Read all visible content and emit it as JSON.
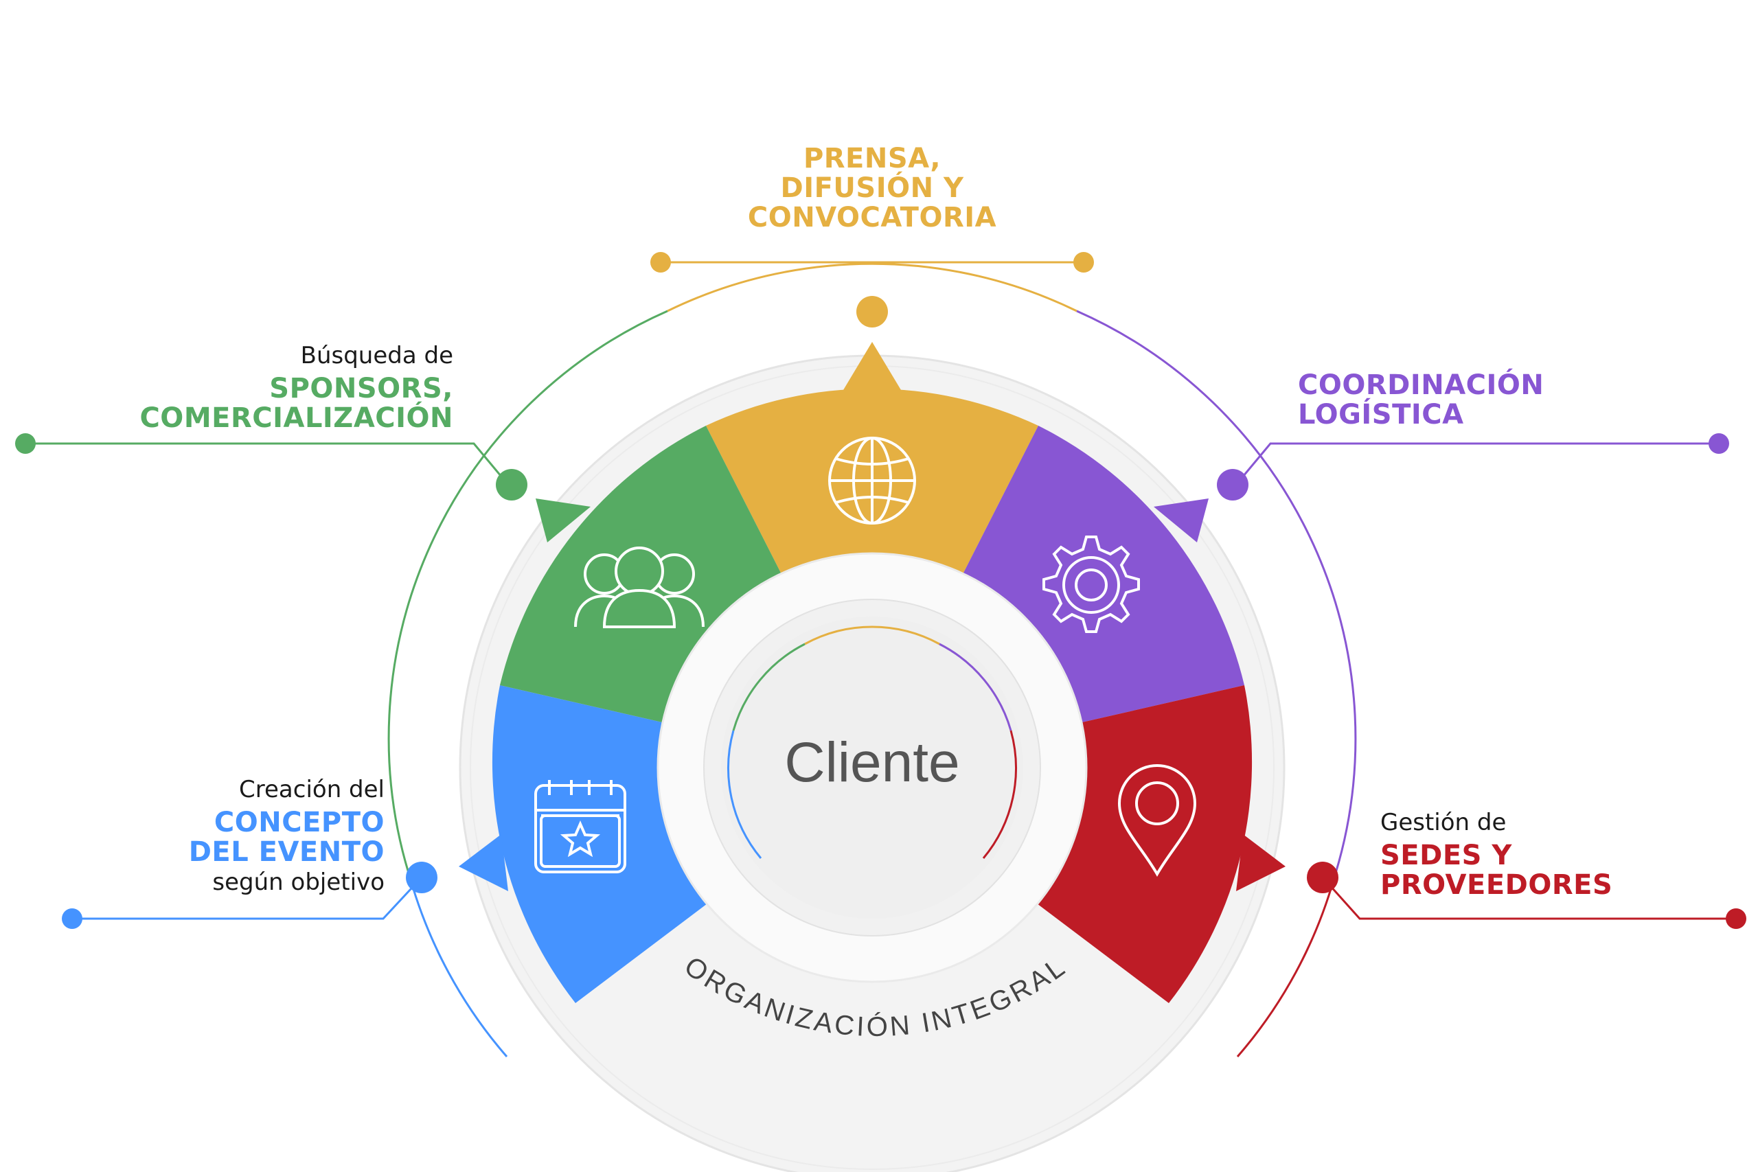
{
  "colors": {
    "yellow": "#E5B042",
    "purple": "#8856D3",
    "red": "#BE1C26",
    "blue": "#4593FF",
    "green": "#56AB63",
    "ring": "#F3F3F3",
    "ring_edge": "#E4E4E4",
    "center_text": "#555555"
  },
  "center": {
    "label": "Cliente"
  },
  "bottom_ring": {
    "label": "ORGANIZACIÓN INTEGRAL"
  },
  "segments": [
    {
      "id": "prensa",
      "icon": "globe-icon",
      "color": "#E5B042",
      "pre": "",
      "lines": [
        "PRENSA,",
        "DIFUSIÓN Y",
        "CONVOCATORIA"
      ],
      "post": ""
    },
    {
      "id": "coordinacion",
      "icon": "gear-icon",
      "color": "#8856D3",
      "pre": "",
      "lines": [
        "COORDINACIÓN",
        "LOGÍSTICA"
      ],
      "post": ""
    },
    {
      "id": "sedes",
      "icon": "location-pin-icon",
      "color": "#BE1C26",
      "pre": "Gestión de",
      "lines": [
        "SEDES Y",
        "PROVEEDORES"
      ],
      "post": ""
    },
    {
      "id": "concepto",
      "icon": "calendar-star-icon",
      "color": "#4593FF",
      "pre": "Creación del",
      "lines": [
        "CONCEPTO",
        "DEL EVENTO"
      ],
      "post": "según objetivo"
    },
    {
      "id": "sponsors",
      "icon": "people-group-icon",
      "color": "#56AB63",
      "pre": "Búsqueda de",
      "lines": [
        "SPONSORS,",
        "COMERCIALIZACIÓN"
      ],
      "post": ""
    }
  ]
}
